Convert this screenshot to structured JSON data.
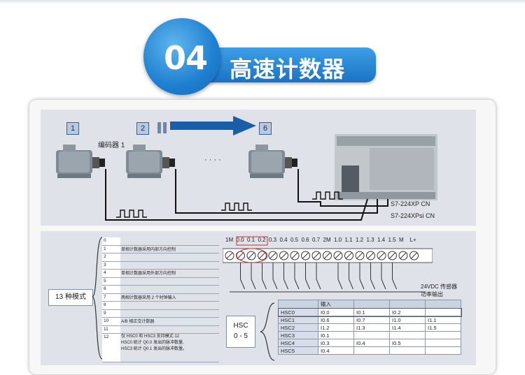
{
  "header": {
    "number": "04",
    "title": "高速计数器"
  },
  "top_panel": {
    "steps": [
      "1",
      "2",
      "6"
    ],
    "encoder_label": "编码器 1",
    "ellipsis": "· · · ·",
    "plc_models": [
      "S7-224XP CN",
      "S7-224XPsi CN"
    ]
  },
  "bottom_panel": {
    "modes_label": "13 种模式",
    "mode_rows": [
      {
        "n": "0",
        "text": ""
      },
      {
        "n": "1",
        "text": "单相计数器采用内部方向控制"
      },
      {
        "n": "2",
        "text": ""
      },
      {
        "n": "3",
        "text": ""
      },
      {
        "n": "4",
        "text": "单相计数器采用外部方向控制"
      },
      {
        "n": "5",
        "text": ""
      },
      {
        "n": "6",
        "text": ""
      },
      {
        "n": "7",
        "text": "两相计数器采用 2 个时钟输入"
      },
      {
        "n": "8",
        "text": ""
      },
      {
        "n": "9",
        "text": ""
      },
      {
        "n": "10",
        "text": "A/B 相正交计数器"
      },
      {
        "n": "11",
        "text": ""
      },
      {
        "n": "12",
        "text": "仅 HSC0 和 HSC3 支持模式 12"
      }
    ],
    "mode12_lines": [
      "HSC0 统计 Q0.0 发出的脉冲数量,",
      "HSC3 统计 Q0.1 发出的脉冲数量。"
    ],
    "terminals": [
      "1M",
      "0.0",
      "0.1",
      "0.2",
      "0.3",
      "0.4",
      "0.5",
      "0.6",
      "0.7",
      "2M",
      "1.0",
      "1.1",
      "1.2",
      "1.3",
      "1.4",
      "1.5",
      "M",
      "L+"
    ],
    "sensor_label": "24VDC 传感器",
    "sensor_label2": "功率输出",
    "hsc_label_1": "HSC",
    "hsc_label_2": "0 - 5",
    "hsc_table": {
      "header": [
        "",
        "输入",
        "",
        "",
        ""
      ],
      "rows": [
        [
          "HSC0",
          "I0.0",
          "I0.1",
          "I0.2",
          ""
        ],
        [
          "HSC1",
          "I0.6",
          "I0.7",
          "I1.0",
          "I1.1"
        ],
        [
          "HSC2",
          "I1.2",
          "I1.3",
          "I1.4",
          "I1.5"
        ],
        [
          "HSC3",
          "I0.1",
          "",
          "",
          ""
        ],
        [
          "HSC4",
          "I0.3",
          "I0.4",
          "I0.5",
          ""
        ],
        [
          "HSC5",
          "I0.4",
          "",
          "",
          ""
        ]
      ]
    }
  },
  "colors": {
    "badge_blue": "#1f7fd0",
    "panel_bg": "#dfe3e9",
    "arrow_blue": "#1a5ea8",
    "highlight_red": "#d02a2a"
  }
}
